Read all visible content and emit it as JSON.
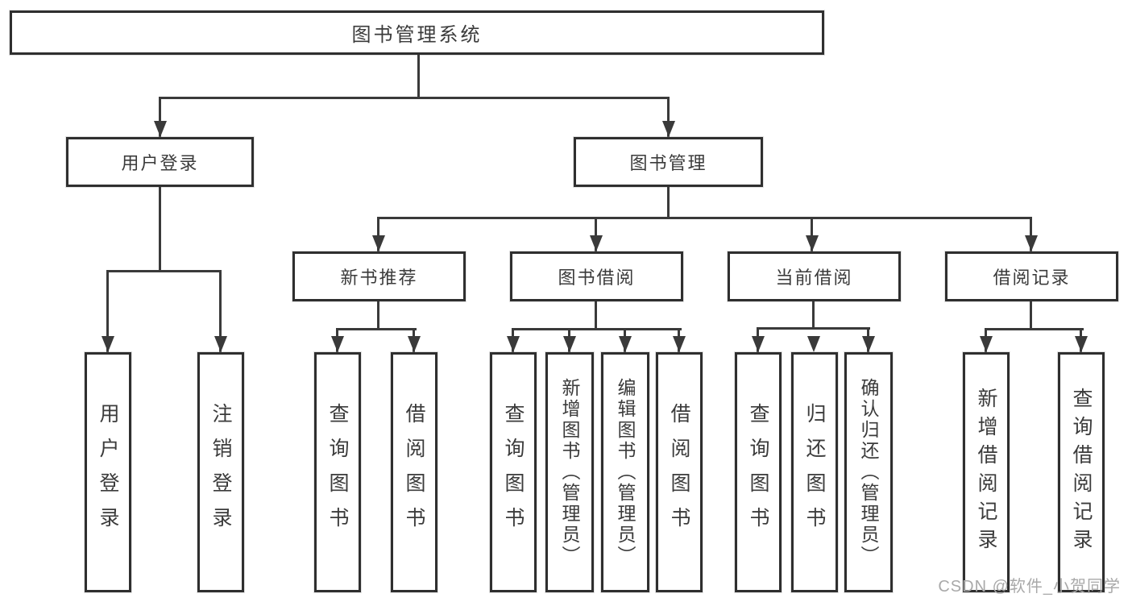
{
  "diagram": {
    "root": {
      "label": "图书管理系统"
    },
    "branches": [
      {
        "label": "用户登录",
        "children": [
          {
            "label": "用户登录"
          },
          {
            "label": "注销登录"
          }
        ]
      },
      {
        "label": "图书管理",
        "children": [
          {
            "label": "新书推荐",
            "children": [
              {
                "label": "查询图书"
              },
              {
                "label": "借阅图书"
              }
            ]
          },
          {
            "label": "图书借阅",
            "children": [
              {
                "label": "查询图书"
              },
              {
                "label": "新增图书（管理员）"
              },
              {
                "label": "编辑图书（管理员）"
              },
              {
                "label": "借阅图书"
              }
            ]
          },
          {
            "label": "当前借阅",
            "children": [
              {
                "label": "查询图书"
              },
              {
                "label": "归还图书"
              },
              {
                "label": "确认归还（管理员）"
              }
            ]
          },
          {
            "label": "借阅记录",
            "children": [
              {
                "label": "新增借阅记录"
              },
              {
                "label": "查询借阅记录"
              }
            ]
          }
        ]
      }
    ],
    "watermark": "CSDN @软件_小贺同学",
    "colors": {
      "line": "#3a3a3a",
      "box_border": "#2f2f2f",
      "text": "#3b3b3b",
      "background": "#ffffff",
      "watermark": "#a9a9a9"
    }
  }
}
